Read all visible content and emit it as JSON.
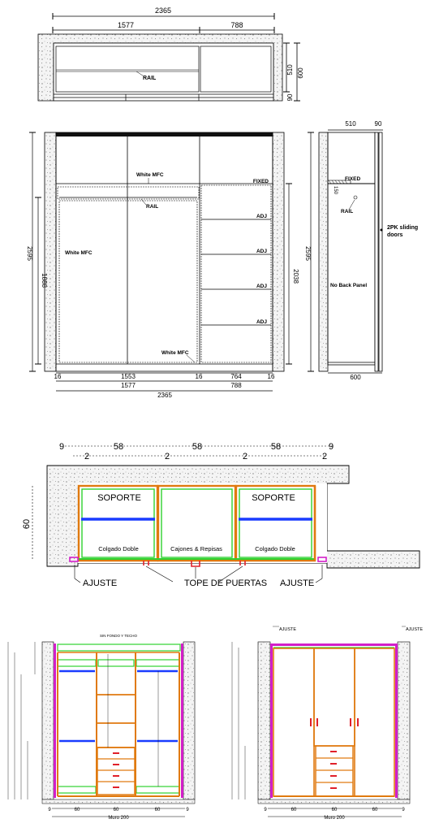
{
  "colors": {
    "orange": "#e07a10",
    "green": "#2fd12f",
    "blue": "#1a3cff",
    "magenta": "#d21ec8",
    "red": "#e0202a",
    "concrete": "#f2f2f2"
  },
  "top_plan": {
    "dim_total": "2365",
    "dim_left": "1577",
    "dim_right": "788",
    "dim_depth_510": "510",
    "dim_depth_600": "600",
    "dim_90": "90",
    "rail": "RAIL"
  },
  "front_elevation": {
    "white_mfc_top": "White MFC",
    "rail": "RAIL",
    "fixed": "FIXED",
    "adj": [
      "ADJ",
      "ADJ",
      "ADJ",
      "ADJ"
    ],
    "white_mfc_left": "White MFC",
    "white_mfc_bottom": "White MFC",
    "dim_height_2595": "2595",
    "dim_height_1888": "1888",
    "dim_height_2038": "2038",
    "bottom_dims": [
      "16",
      "1553",
      "16",
      "764",
      "16"
    ],
    "dim_1577": "1577",
    "dim_788": "788",
    "dim_2365": "2365"
  },
  "side_elevation": {
    "dim_510": "510",
    "dim_90": "90",
    "fixed": "FIXED",
    "dim_150": "150",
    "rail": "RAIL",
    "sliding_doors": "2PK sliding doors",
    "no_back_panel": "No Back Panel",
    "dim_2595": "2595",
    "dim_600": "600"
  },
  "spanish_plan": {
    "top_dims": [
      "9",
      "58",
      "58",
      "58",
      "9"
    ],
    "sub_dims": [
      "2",
      "2",
      "2",
      "2"
    ],
    "dim_60": "60",
    "soporte_left": "SOPORTE",
    "soporte_right": "SOPORTE",
    "colgado_left": "Colgado Doble",
    "cajones": "Cajones & Repisas",
    "colgado_right": "Colgado Doble",
    "ajuste_left": "AJUSTE",
    "tope": "TOPE DE PUERTAS",
    "ajuste_right": "AJUSTE"
  },
  "elev_left": {
    "title": "SIN FONDO Y TECHO",
    "bottom_dims": [
      "9",
      "60",
      "60",
      "60",
      "9"
    ],
    "muro": "Muro 200"
  },
  "elev_right": {
    "ajuste_left": "AJUSTE",
    "ajuste_right": "AJUSTE",
    "bottom_dims": [
      "9",
      "60",
      "60",
      "60",
      "9"
    ],
    "muro": "Muro 200"
  }
}
